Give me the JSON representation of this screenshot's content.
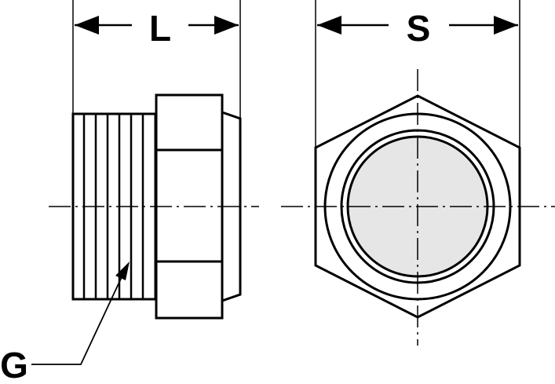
{
  "labels": {
    "length": "L",
    "hex_size": "S",
    "thread": "G"
  },
  "colors": {
    "line": "#000000",
    "background": "#ffffff",
    "plug_face": "#e6e6e6"
  }
}
